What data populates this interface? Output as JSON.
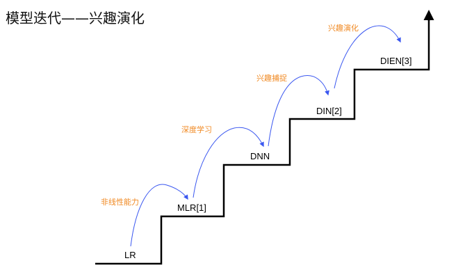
{
  "title": "模型迭代——兴趣演化",
  "steps": [
    {
      "label": "LR"
    },
    {
      "label": "MLR[1]"
    },
    {
      "label": "DNN"
    },
    {
      "label": "DIN[2]"
    },
    {
      "label": "DIEN[3]"
    }
  ],
  "transitions": [
    {
      "label": "非线性能力"
    },
    {
      "label": "深度学习"
    },
    {
      "label": "兴趣捕捉"
    },
    {
      "label": "兴趣演化"
    }
  ],
  "colors": {
    "staircase": "#000000",
    "arrow": "#3a57f0",
    "annotation": "#f08a24",
    "step_label": "#000000",
    "title": "#111111"
  }
}
